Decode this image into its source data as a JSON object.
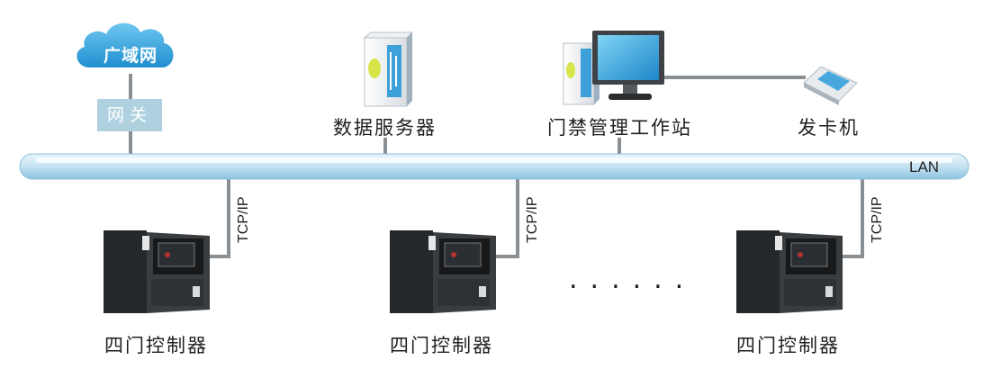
{
  "wan": {
    "label": "广域网"
  },
  "gateway": {
    "label": "网关"
  },
  "data_server": {
    "label": "数据服务器"
  },
  "workstation": {
    "label": "门禁管理工作站"
  },
  "card_issuer": {
    "label": "发卡机"
  },
  "lan": {
    "label": "LAN"
  },
  "controllers": [
    {
      "label": "四门控制器",
      "link": "TCP/IP"
    },
    {
      "label": "四门控制器",
      "link": "TCP/IP"
    },
    {
      "label": "四门控制器",
      "link": "TCP/IP"
    }
  ],
  "ellipsis": "......",
  "colors": {
    "lan_bus": "#cfe6f4",
    "cloud": "#3aa6de",
    "gateway_box": "#aed0df",
    "connector": "#8a8f93",
    "cabinet": "#2a2c2e"
  }
}
